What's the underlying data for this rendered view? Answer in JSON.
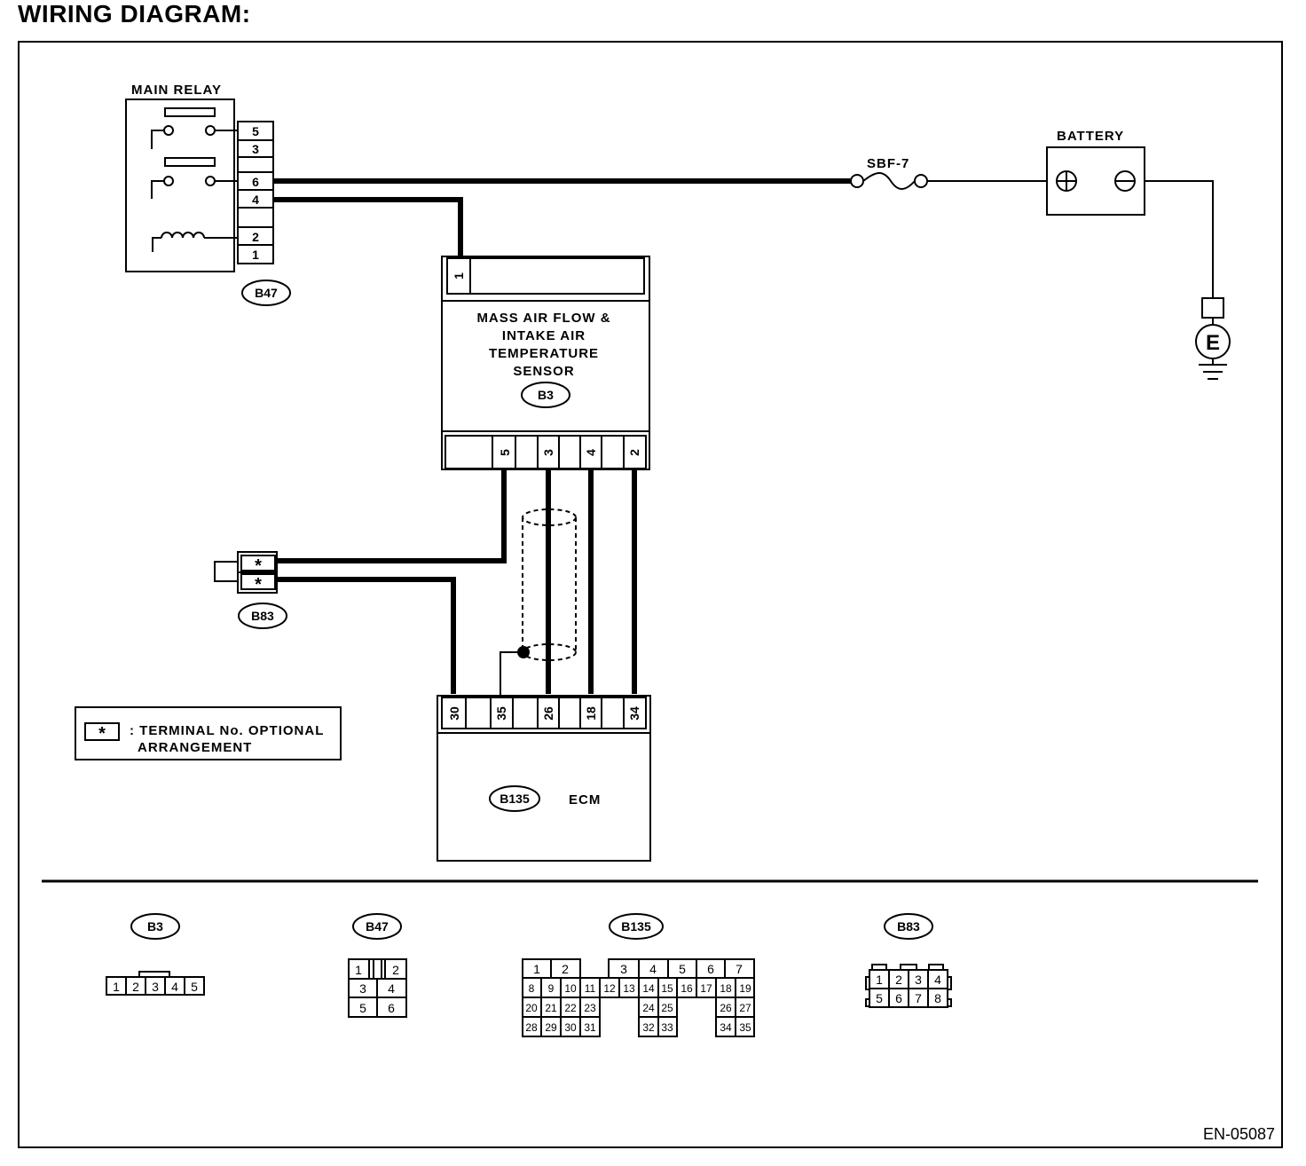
{
  "title": "WIRING DIAGRAM:",
  "doc_code": "EN-05087",
  "main_relay": {
    "label": "MAIN RELAY",
    "connector": "B47",
    "pins": [
      "5",
      "3",
      "6",
      "4",
      "2",
      "1"
    ]
  },
  "battery": {
    "label": "BATTERY"
  },
  "fuse": {
    "label": "SBF-7"
  },
  "ground": {
    "label": "E"
  },
  "sensor": {
    "label_lines": [
      "MASS AIR FLOW &",
      "INTAKE AIR",
      "TEMPERATURE",
      "SENSOR"
    ],
    "connector": "B3",
    "top_pin": "1",
    "bottom_pins": [
      "5",
      "3",
      "4",
      "2"
    ]
  },
  "b83": {
    "connector": "B83",
    "pins": [
      "*",
      "*"
    ]
  },
  "ecm": {
    "label": "ECM",
    "connector": "B135",
    "pins": [
      "30",
      "35",
      "26",
      "18",
      "34"
    ]
  },
  "legend": {
    "symbol": "*",
    "line1": ": TERMINAL No. OPTIONAL",
    "line2": "ARRANGEMENT"
  },
  "connector_views": {
    "b3": {
      "label": "B3",
      "cells": [
        "1",
        "2",
        "3",
        "4",
        "5"
      ]
    },
    "b47": {
      "label": "B47",
      "rows": [
        [
          "1",
          "2"
        ],
        [
          "3",
          "4"
        ],
        [
          "5",
          "6"
        ]
      ]
    },
    "b135": {
      "label": "B135",
      "row1": [
        "1",
        "2",
        "3",
        "4",
        "5",
        "6",
        "7"
      ],
      "row2": [
        "8",
        "9",
        "10",
        "11",
        "12",
        "13",
        "14",
        "15",
        "16",
        "17",
        "18",
        "19"
      ],
      "row3": [
        "20",
        "21",
        "22",
        "23",
        "24",
        "25",
        "26",
        "27"
      ],
      "row4": [
        "28",
        "29",
        "30",
        "31",
        "32",
        "33",
        "34",
        "35"
      ]
    },
    "b83": {
      "label": "B83",
      "row1": [
        "1",
        "2",
        "3",
        "4"
      ],
      "row2": [
        "5",
        "6",
        "7",
        "8"
      ]
    }
  }
}
